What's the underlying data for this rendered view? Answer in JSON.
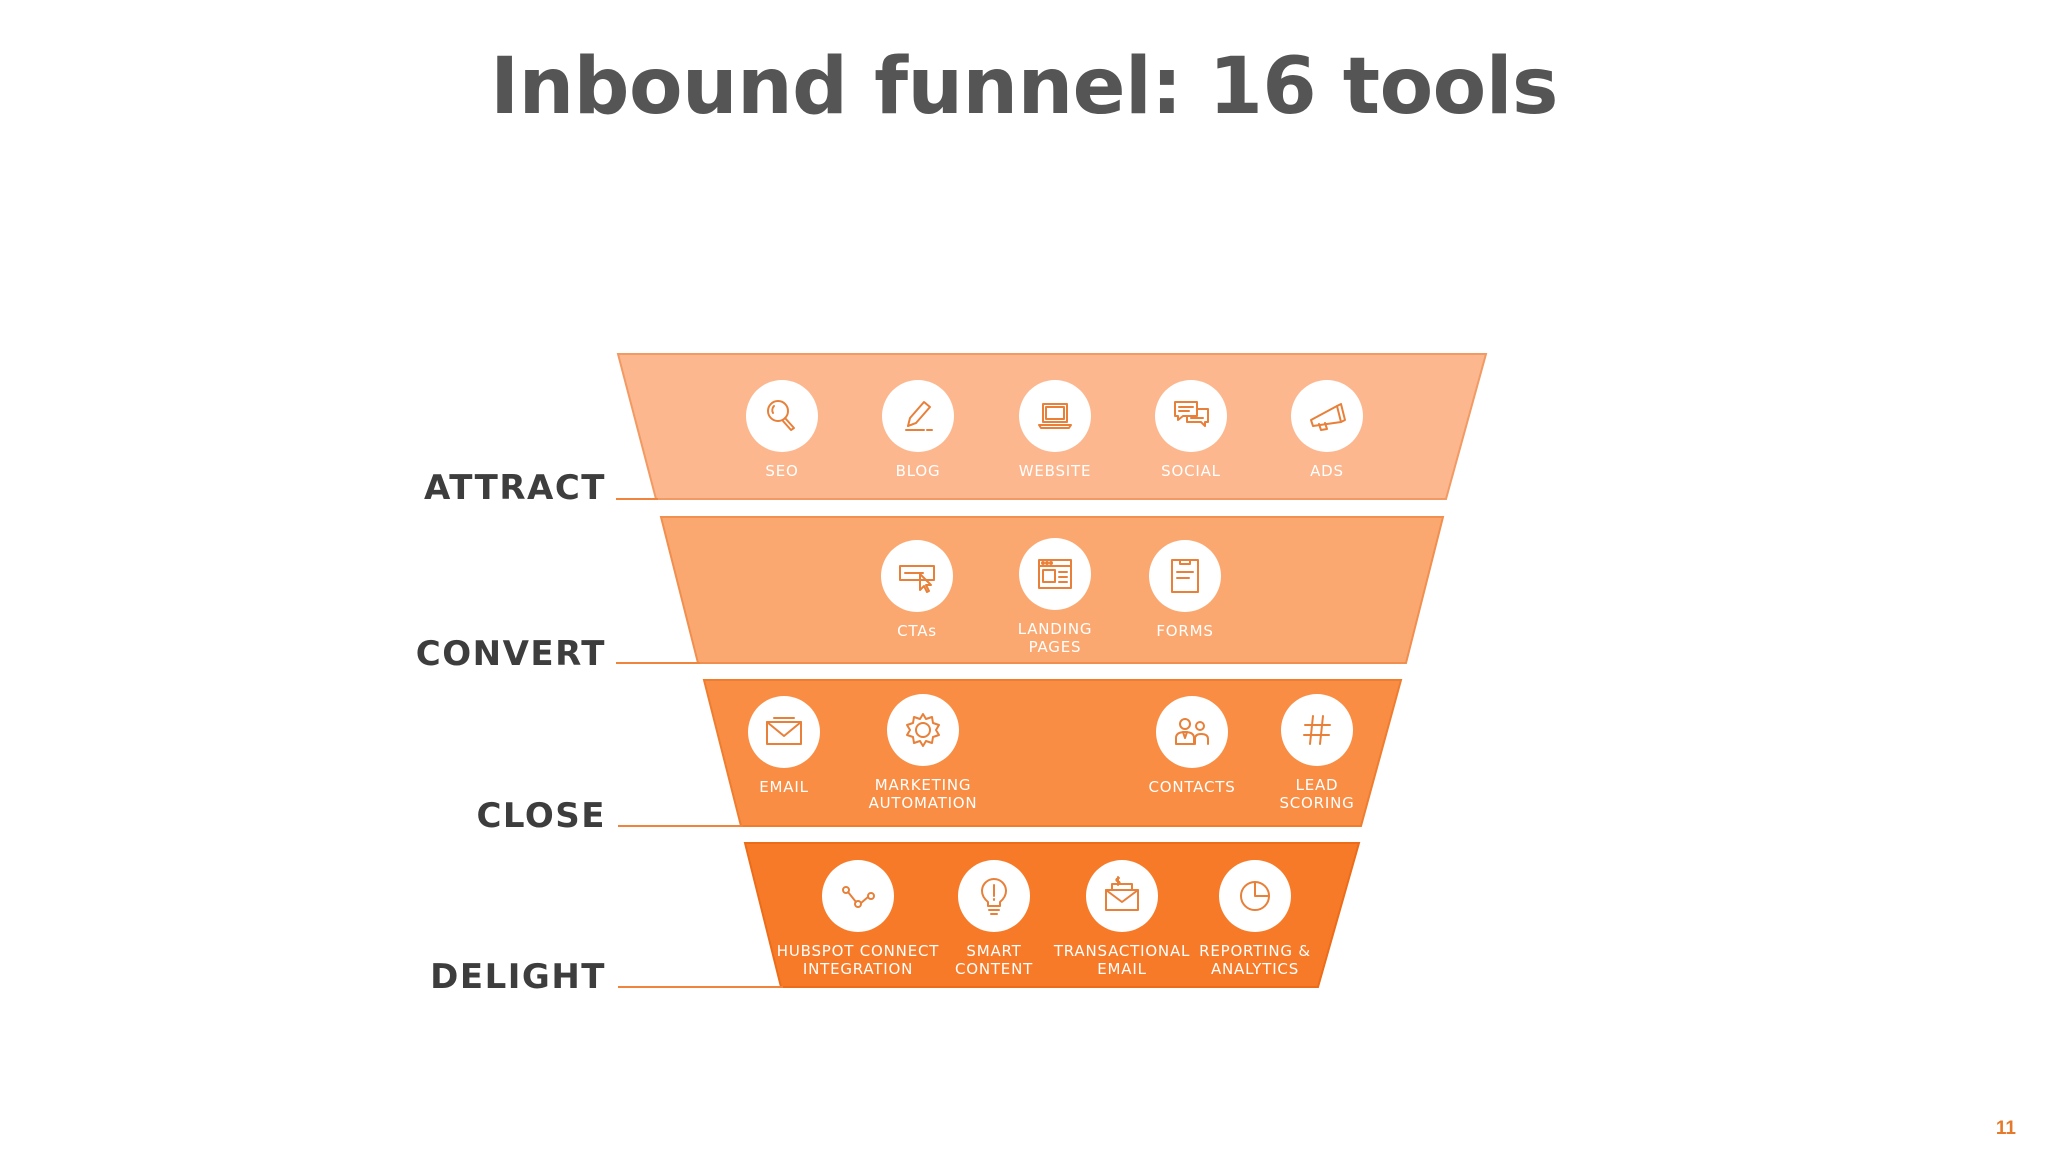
{
  "title": "Inbound funnel:  16 tools",
  "page_number": "11",
  "colors": {
    "attract": "#fcb78e",
    "convert": "#fba870",
    "close": "#f98d43",
    "delight": "#f77a28",
    "line": "#f0843c",
    "label_text": "#3d3d3d",
    "title_text": "#555555"
  },
  "stages": [
    {
      "label": "ATTRACT",
      "tools": [
        {
          "label": "SEO",
          "icon": "magnifier-icon"
        },
        {
          "label": "BLOG",
          "icon": "pencil-icon"
        },
        {
          "label": "WEBSITE",
          "icon": "laptop-icon"
        },
        {
          "label": "SOCIAL",
          "icon": "chat-bubbles-icon"
        },
        {
          "label": "ADS",
          "icon": "megaphone-icon"
        }
      ]
    },
    {
      "label": "CONVERT",
      "tools": [
        {
          "label": "CTAs",
          "icon": "cursor-click-icon"
        },
        {
          "label": "LANDING\nPAGES",
          "icon": "browser-page-icon"
        },
        {
          "label": "FORMS",
          "icon": "form-icon"
        }
      ]
    },
    {
      "label": "CLOSE",
      "tools": [
        {
          "label": "EMAIL",
          "icon": "envelope-icon"
        },
        {
          "label": "MARKETING\nAUTOMATION",
          "icon": "gear-icon"
        },
        {
          "label": "CONTACTS",
          "icon": "people-icon"
        },
        {
          "label": "LEAD\nSCORING",
          "icon": "hashtag-icon"
        }
      ]
    },
    {
      "label": "DELIGHT",
      "tools": [
        {
          "label": "HUBSPOT CONNECT\nINTEGRATION",
          "icon": "connect-nodes-icon"
        },
        {
          "label": "SMART\nCONTENT",
          "icon": "lightbulb-icon"
        },
        {
          "label": "TRANSACTIONAL\nEMAIL",
          "icon": "money-envelope-icon"
        },
        {
          "label": "REPORTING &\nANALYTICS",
          "icon": "pie-chart-icon"
        }
      ]
    }
  ]
}
